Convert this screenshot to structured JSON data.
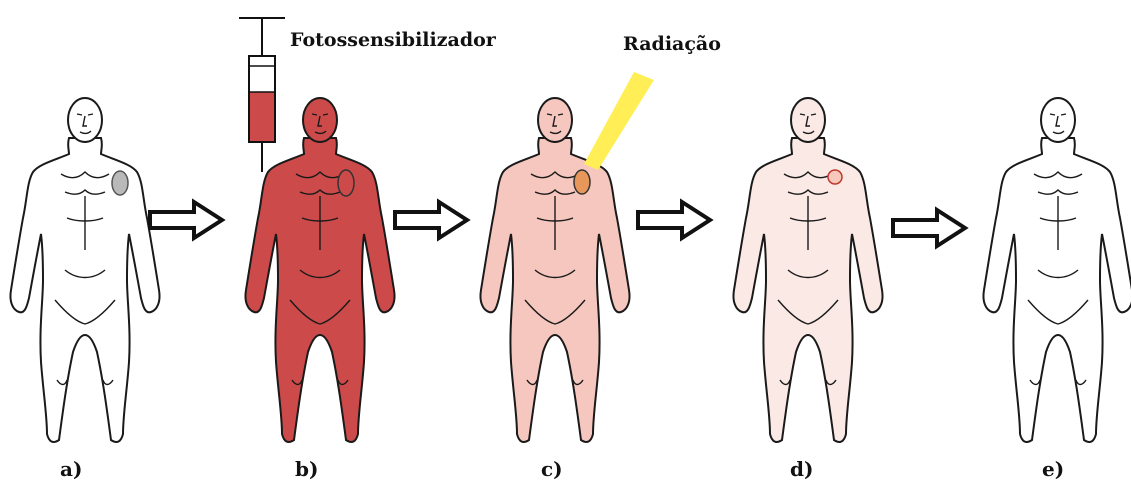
{
  "callouts": {
    "photosensitizer": "Fotossensibilizador",
    "radiation": "Radiação"
  },
  "panels": [
    {
      "label": "a)",
      "body_color": "#ffffff",
      "lesion_color": "#b9b9b9",
      "lesion_stroke": "#555555"
    },
    {
      "label": "b)",
      "body_color": "#cc4a4a",
      "lesion_color": "#cc4a4a",
      "lesion_stroke": "#333333"
    },
    {
      "label": "c)",
      "body_color": "#f6c7be",
      "lesion_color": "#e8975a",
      "lesion_stroke": "#333333"
    },
    {
      "label": "d)",
      "body_color": "#fbe9e5",
      "lesion_color": "#f7c9bd",
      "lesion_stroke": "#c0392b"
    },
    {
      "label": "e)",
      "body_color": "#ffffff",
      "lesion_color": "none",
      "lesion_stroke": "none"
    }
  ],
  "colors": {
    "outline": "#1a1a1a",
    "syringe_liquid": "#cc4a4a",
    "radiation_beam": "#ffee55",
    "arrow_fill": "#ffffff"
  },
  "icons": {
    "syringe": "syringe-icon",
    "radiation": "light-beam-icon",
    "arrow": "right-arrow-icon"
  }
}
